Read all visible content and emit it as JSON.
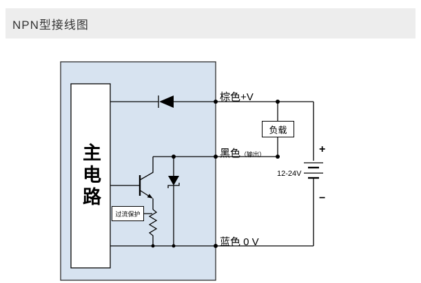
{
  "header": {
    "title": "NPN型接线图"
  },
  "diagram": {
    "main_circuit_label": "主电路",
    "overcurrent_label": "过流保护",
    "load_label": "负载",
    "wires": {
      "brown": "棕色+V",
      "black": "黑色",
      "black_sub": "（输出）",
      "blue": "蓝色 0 V"
    },
    "battery": {
      "voltage": "12-24V",
      "plus": "+",
      "minus": "−"
    },
    "colors": {
      "sensor_fill": "#d7e3f0",
      "header_bg": "#ededed",
      "line": "#000000"
    }
  }
}
